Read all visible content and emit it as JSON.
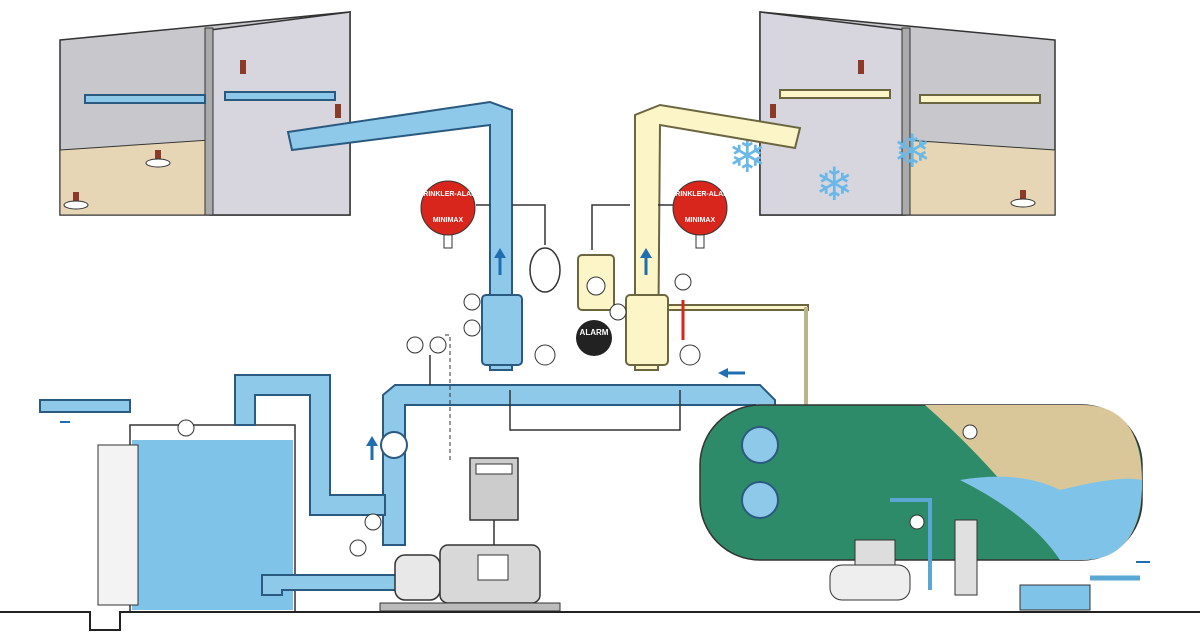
{
  "diagram": {
    "alarm_bell_left": {
      "ring_text": "SPRINKLER-ALARM",
      "brand": "MINIMAX"
    },
    "alarm_bell_right": {
      "ring_text": "SPRINKLER-ALARM",
      "brand": "MINIMAX"
    },
    "dry_valve_label": "ALARM",
    "colors": {
      "wet_pipe": "#8ec9ea",
      "dry_pipe": "#fbf5c8",
      "pressure_tank": "#2e8b6a",
      "alarm_bell": "#d9261c",
      "water": "#7fc3e8",
      "wall": "#c8c8cc"
    },
    "icons": [
      "snowflake-icon",
      "flow-arrow-icon",
      "pressure-gauge-icon",
      "sprinkler-head-icon"
    ]
  }
}
